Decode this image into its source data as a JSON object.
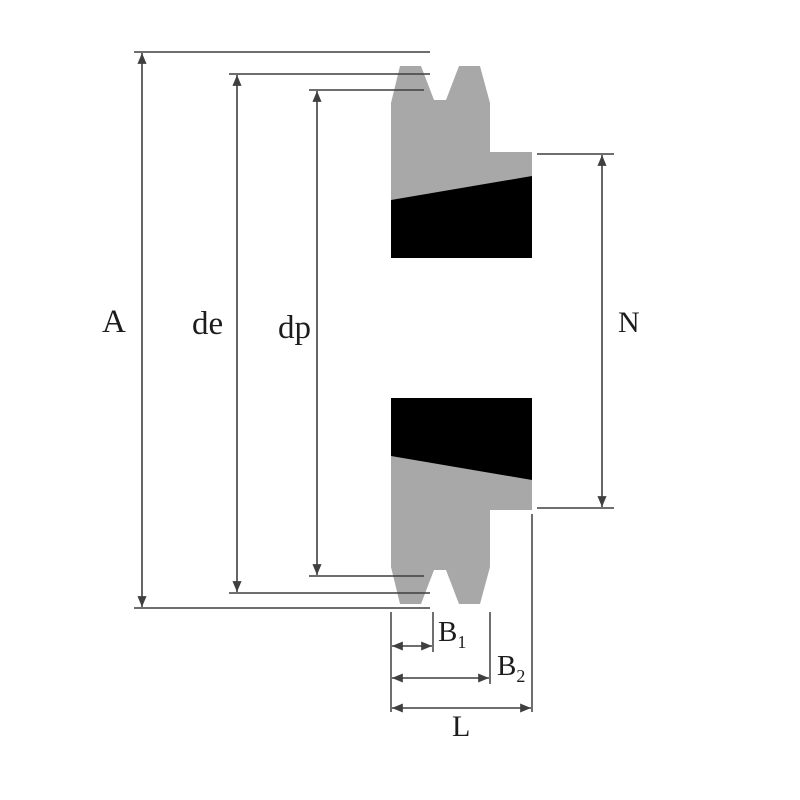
{
  "dimensions": {
    "a": {
      "label": "A"
    },
    "de": {
      "label": "de"
    },
    "dp": {
      "label": "dp"
    },
    "n": {
      "label": "N"
    },
    "b1": {
      "base": "B",
      "sub": "1"
    },
    "b2": {
      "base": "B",
      "sub": "2"
    },
    "l": {
      "label": "L"
    }
  },
  "colors": {
    "body_gray": "#a8a8a8",
    "section_black": "#000000",
    "bore_white": "#ffffff",
    "line": "#3f3f3f",
    "background": "#ffffff"
  }
}
